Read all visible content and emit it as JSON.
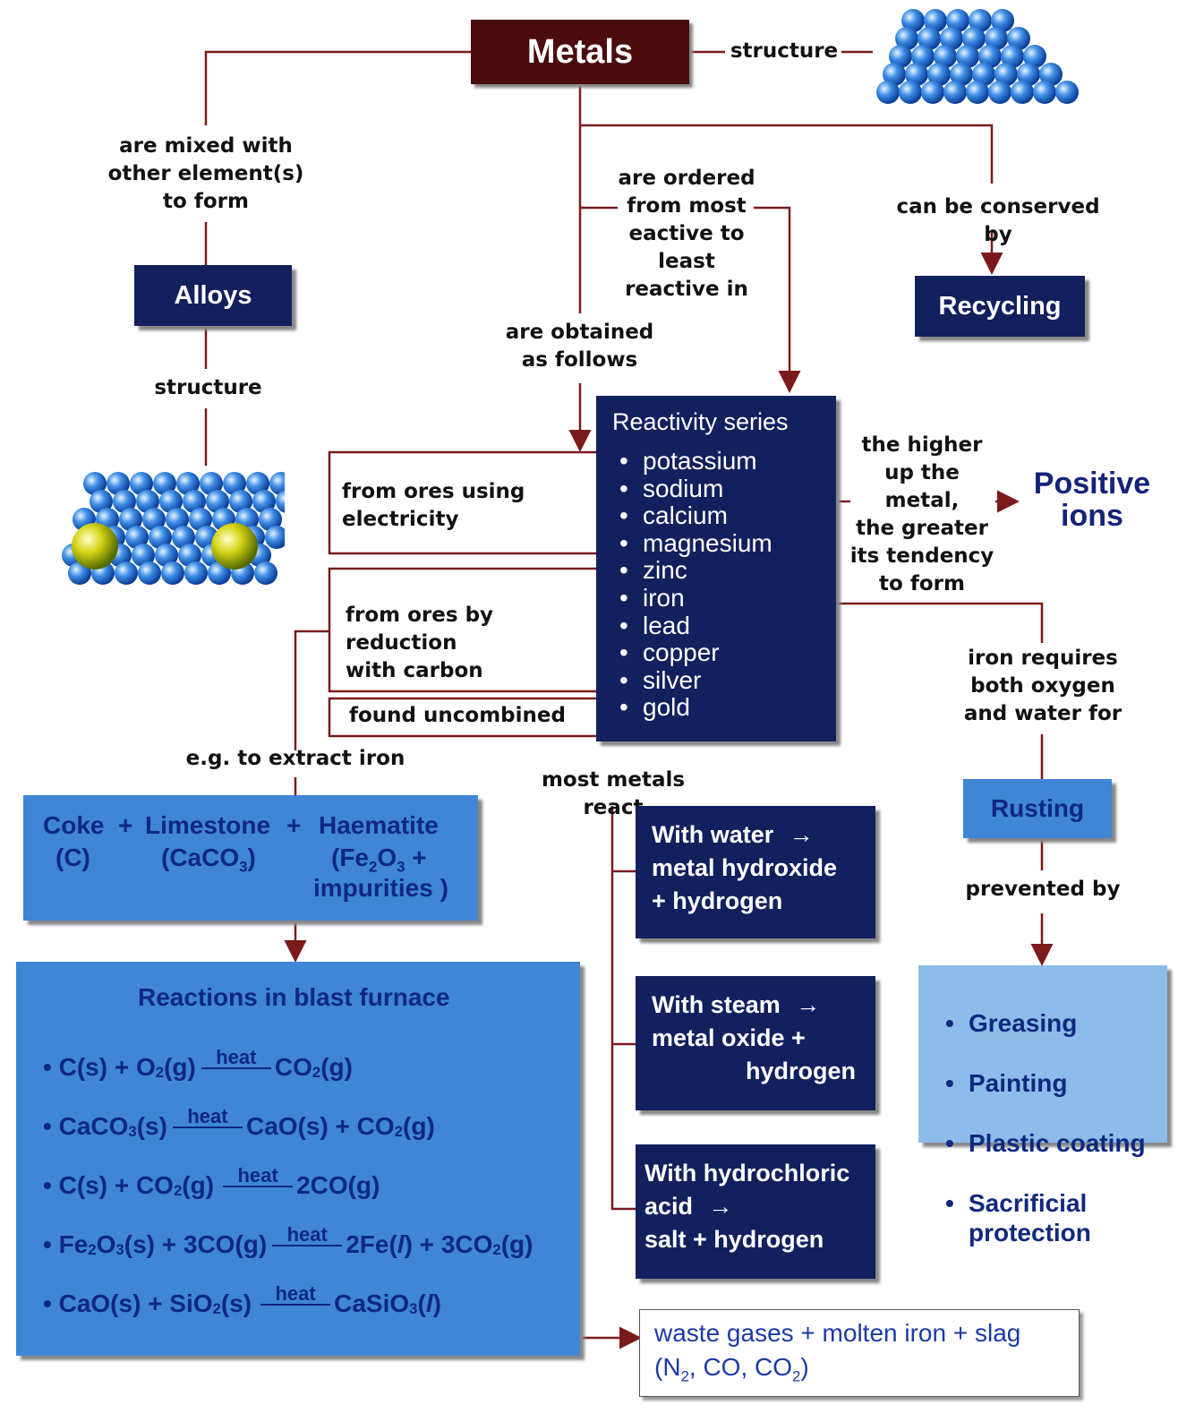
{
  "metals": "Metals",
  "structure_top": "structure",
  "alloys_label": "are mixed with\nother element(s)\nto form",
  "alloys": "Alloys",
  "structure_left": "structure",
  "ordered_label": "are ordered\nfrom most\neactive to least\nreactive in",
  "conserved_label": "can be conserved by",
  "recycling": "Recycling",
  "obtained_label": "are obtained\nas follows",
  "reactivity": {
    "title": "Reactivity series",
    "items": [
      "potassium",
      "sodium",
      "calcium",
      "magnesium",
      "zinc",
      "iron",
      "lead",
      "copper",
      "silver",
      "gold"
    ]
  },
  "higher_label": "the higher\nup the metal,\nthe greater\nits tendency\nto form",
  "positive_ions": "Positive\nions",
  "ores_electricity": "from ores using\nelectricity",
  "ores_carbon": "from ores by reduction\nwith carbon",
  "uncombined": "found uncombined",
  "iron_label": "iron requires\nboth oxygen\nand water for",
  "rusting": "Rusting",
  "prevented_label": "prevented by",
  "prevention": [
    "Greasing",
    "Painting",
    "Plastic coating",
    "Sacrificial\nprotection"
  ],
  "extract_label": "e.g. to extract iron",
  "inputs": {
    "coke": "Coke",
    "coke_formula": "(C)",
    "plus": "+",
    "limestone": "Limestone",
    "limestone_formula": "(CaCO",
    "limestone_formula_end": ")",
    "haematite": "Haematite",
    "haematite_formula": "(Fe",
    "haematite_impurities": "impurities )"
  },
  "most_metals_label": "most metals react",
  "reactions": [
    {
      "line1": "With water",
      "line2": "metal hydroxide",
      "line3": "+ hydrogen"
    },
    {
      "line1": "With steam",
      "line2": "metal oxide  +",
      "line3": "hydrogen"
    },
    {
      "line1": "With hydrochloric",
      "line2": "acid",
      "line3": "salt  +  hydrogen"
    }
  ],
  "arrow": "→",
  "furnace": {
    "title": "Reactions in blast furnace",
    "heat": "heat",
    "eq1": {
      "l": "C(s) + O",
      "l2": "(g)",
      "r": "CO",
      "r2": "(g)"
    },
    "eq2": {
      "l": "CaCO",
      "l2": "(s)",
      "r": "CaO(s) + CO",
      "r2": "(g)"
    },
    "eq3": {
      "l": "C(s) + CO",
      "l2": "(g)",
      "r": "2CO(g)"
    },
    "eq4": {
      "l": "Fe",
      "l2": "O",
      "l3": "(s) + 3CO(g)",
      "r": "2Fe(",
      "r_it": "l",
      "r2": ") + 3CO",
      "r3": "(g)"
    },
    "eq5": {
      "l": "CaO(s) + SiO",
      "l2": "(s)",
      "r": "CaSiO",
      "r2": "(",
      "r_it": "l",
      "r3": ")"
    }
  },
  "waste": {
    "line1": "waste gases + molten iron + slag",
    "line2a": "(N",
    "line2b": ", CO, CO",
    "line2c": ")"
  }
}
